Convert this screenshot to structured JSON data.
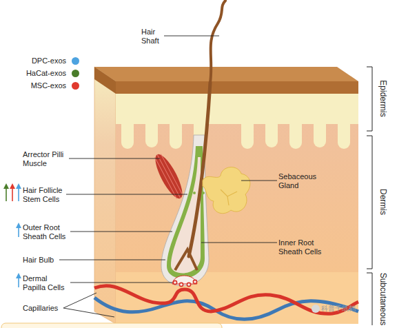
{
  "diagram": {
    "labels": [
      "Hair Shaft",
      "Epidermis",
      "Arrector Pilli Muscle",
      "Sebaceous Gland",
      "Dermis",
      "Hair Follicle Stem Cells",
      "Outer Root Sheath Cells",
      "Inner Root Sheath Cells",
      "Hair Bulb",
      "Dermal Papilla Cells",
      "Subcutaneous",
      "Capillaries",
      "科普千纸鹤"
    ],
    "legend": [
      {
        "text": "DPC-exos",
        "color": "#4da3e0"
      },
      {
        "text": "HaCat-exos",
        "color": "#4a7d2a"
      },
      {
        "text": "MSC-exos",
        "color": "#e03a2e"
      }
    ]
  }
}
